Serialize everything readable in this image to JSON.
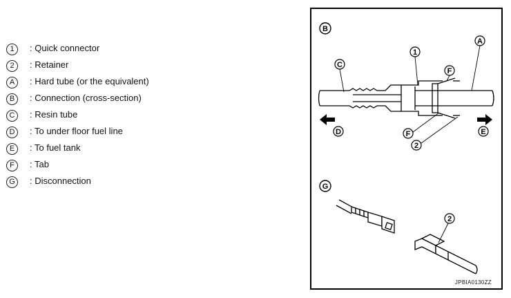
{
  "legend": [
    {
      "symbol": "1",
      "text": ": Quick connector"
    },
    {
      "symbol": "2",
      "text": ": Retainer"
    },
    {
      "symbol": "A",
      "text": ": Hard tube (or the equivalent)"
    },
    {
      "symbol": "B",
      "text": ": Connection (cross-section)"
    },
    {
      "symbol": "C",
      "text": ": Resin tube"
    },
    {
      "symbol": "D",
      "text": ": To under floor fuel line"
    },
    {
      "symbol": "E",
      "text": ": To fuel tank"
    },
    {
      "symbol": "F",
      "text": ": Tab"
    },
    {
      "symbol": "G",
      "text": ": Disconnection"
    }
  ],
  "figure": {
    "section_b_label": "B",
    "section_g_label": "G",
    "callouts": {
      "one": "1",
      "a": "A",
      "c": "C",
      "f_top": "F",
      "f_bottom": "F",
      "d": "D",
      "e": "E",
      "two_top": "2",
      "two_bottom": "2"
    },
    "code": "JPBIA0130ZZ"
  }
}
